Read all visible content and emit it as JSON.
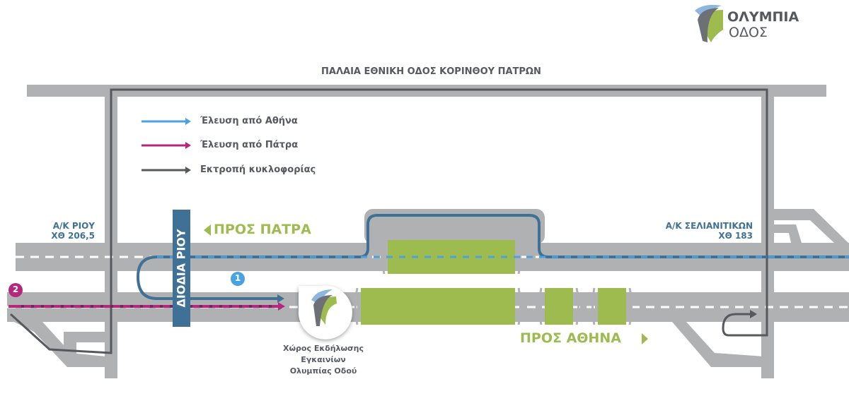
{
  "logo": {
    "line1": "ΟΛΥΜΠΙΑ",
    "line2": "ΟΔΟΣ"
  },
  "old_road_title": "ΠΑΛΑΙΑ ΕΘΝΙΚΗ ΟΔΟΣ ΚΟΡΙΝΘΟΥ ΠΑΤΡΩΝ",
  "legend": [
    {
      "label": "Έλευση από Αθήνα",
      "color": "#4aa3df"
    },
    {
      "label": "Έλευση από Πάτρα",
      "color": "#b5277d"
    },
    {
      "label": "Εκτροπή κυκλοφορίας",
      "color": "#55585d"
    }
  ],
  "interchange_left": {
    "name": "Α/Κ ΡΙΟΥ",
    "km": "ΧΘ 206,5"
  },
  "interchange_right": {
    "name": "Α/Κ ΣΕΛΙΑΝΙΤΙΚΩΝ",
    "km": "ΧΘ 183"
  },
  "toll_label": "ΔΙΟΔΙΑ ΡΙΟΥ",
  "to_patra": "ΠΡΟΣ ΠΑΤΡΑ",
  "to_athens": "ΠΡΟΣ ΑΘΗΝΑ",
  "marker_1": "1",
  "marker_2": "2",
  "venue": {
    "line1": "Χώρος Εκδήλωσης",
    "line2": "Εγκαινίων",
    "line3": "Ολυμπίας Οδού"
  },
  "colors": {
    "road": "#b0b1b3",
    "green": "#9dbb4f",
    "blue": "#3f7196",
    "light_blue": "#4aa3df",
    "magenta": "#b5277d",
    "dark": "#55585d"
  }
}
